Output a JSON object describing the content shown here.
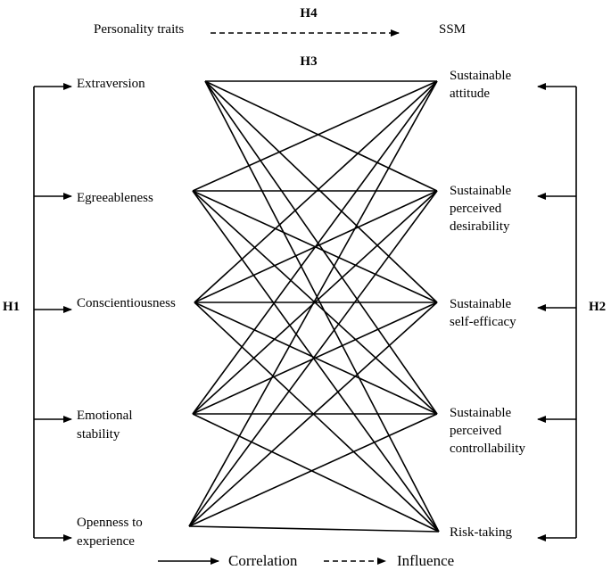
{
  "header": {
    "h4_label": "H4",
    "h3_label": "H3",
    "h4_source": "Personality traits",
    "h4_target": "SSM"
  },
  "brackets": {
    "left_label": "H1",
    "right_label": "H2"
  },
  "traits": [
    {
      "lines": [
        "Extraversion"
      ]
    },
    {
      "lines": [
        "Egreeableness"
      ]
    },
    {
      "lines": [
        "Conscientiousness"
      ]
    },
    {
      "lines": [
        "Emotional",
        "stability"
      ]
    },
    {
      "lines": [
        "Openness to",
        "experience"
      ]
    }
  ],
  "ssm": [
    {
      "lines": [
        "Sustainable",
        "attitude"
      ]
    },
    {
      "lines": [
        "Sustainable",
        "perceived",
        "desirability"
      ]
    },
    {
      "lines": [
        "Sustainable",
        "self-efficacy"
      ]
    },
    {
      "lines": [
        "Sustainable",
        "perceived",
        "controllability"
      ]
    },
    {
      "lines": [
        "Risk-taking"
      ]
    }
  ],
  "legend": {
    "solid_label": "Correlation",
    "dashed_label": "Influence"
  },
  "colors": {
    "line": "#000000",
    "background": "#ffffff"
  }
}
